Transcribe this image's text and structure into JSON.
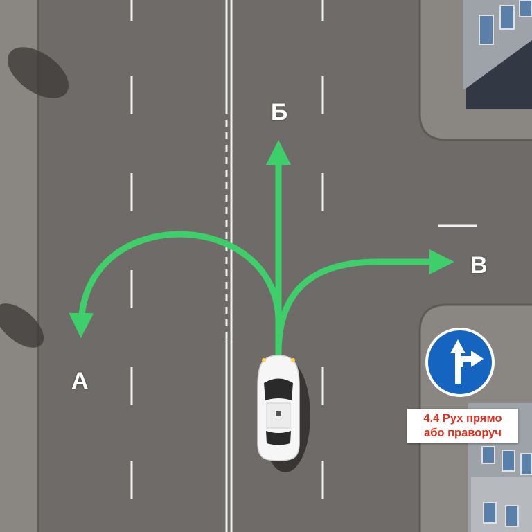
{
  "routes": {
    "a_label": "А",
    "b_label": "Б",
    "v_label": "В",
    "arrow_color": "#3ecf6b"
  },
  "road_sign": {
    "icon": "straight-or-right-arrow-icon",
    "background_color": "#1565c0",
    "caption_line1": "4.4 Рух прямо",
    "caption_line2": "або праворуч",
    "caption_color": "#e0301e"
  },
  "vehicle": {
    "color": "#ffffff"
  }
}
